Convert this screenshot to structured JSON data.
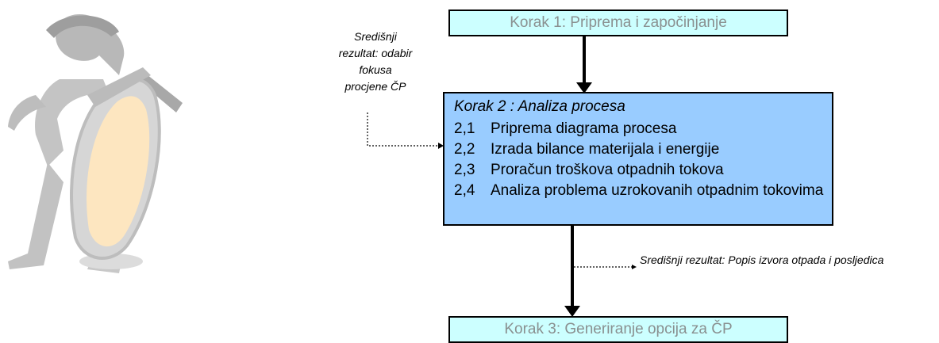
{
  "steps": {
    "step1": {
      "label": "Korak  1: Priprema i započinjanje"
    },
    "step2": {
      "title": "Korak 2 : Analiza procesa",
      "items": [
        {
          "num": "2,1",
          "text": "Priprema diagrama procesa"
        },
        {
          "num": "2,2",
          "text": "Izrada bilance materijala i energije"
        },
        {
          "num": "2,3",
          "text": "Proračun troškova otpadnih tokova"
        },
        {
          "num": "2,4",
          "text": "Analiza problema uzrokovanih otpadnim tokovima"
        }
      ]
    },
    "step3": {
      "label": "Korak 3: Generiranje opcija za ČP"
    }
  },
  "notes": {
    "left": {
      "line1": "Središnji",
      "line2": "rezultat: odabir",
      "line3": "fokusa",
      "line4": "procjene ČP"
    },
    "right": "Središnji rezultat: Popis izvora otpada i posljedica"
  },
  "colors": {
    "step_box_light": "#ccffff",
    "step_box_main": "#99ccff",
    "figure_gray": "#c8c8c8",
    "lens_tint": "#fde6c0"
  },
  "icons": {
    "figure": "magnifying-glass-figure-icon"
  }
}
